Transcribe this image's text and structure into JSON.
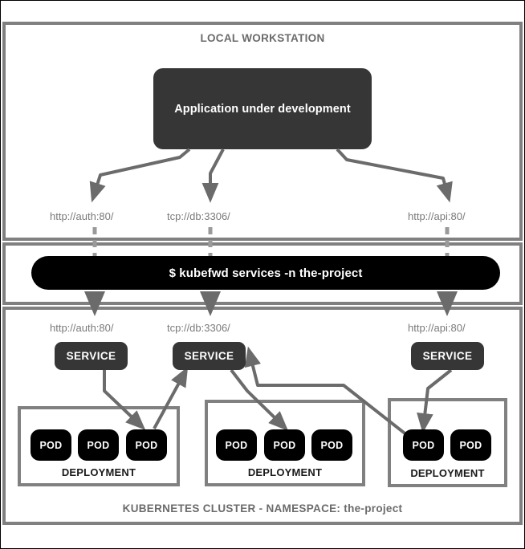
{
  "diagram": {
    "title": "kubefwd architecture diagram",
    "colors": {
      "frame": "#000000",
      "panel_border": "#808080",
      "dark_box": "#363636",
      "black_box": "#000000",
      "arrow": "#6b6b6b",
      "muted_text": "#7a7a7a"
    }
  },
  "workstation": {
    "title": "LOCAL WORKSTATION",
    "app_label": "Application under development",
    "endpoints": [
      {
        "label": "http://auth:80/"
      },
      {
        "label": "tcp://db:3306/"
      },
      {
        "label": "http://api:80/"
      }
    ]
  },
  "kubefwd": {
    "command": "$ kubefwd services -n the-project"
  },
  "cluster": {
    "title": "KUBERNETES CLUSTER - NAMESPACE: the-project",
    "endpoints": [
      {
        "label": "http://auth:80/"
      },
      {
        "label": "tcp://db:3306/"
      },
      {
        "label": "http://api:80/"
      }
    ],
    "services": [
      {
        "label": "SERVICE"
      },
      {
        "label": "SERVICE"
      },
      {
        "label": "SERVICE"
      }
    ],
    "deployments": [
      {
        "label": "DEPLOYMENT",
        "pods": [
          {
            "label": "POD"
          },
          {
            "label": "POD"
          },
          {
            "label": "POD"
          }
        ]
      },
      {
        "label": "DEPLOYMENT",
        "pods": [
          {
            "label": "POD"
          },
          {
            "label": "POD"
          },
          {
            "label": "POD"
          }
        ]
      },
      {
        "label": "DEPLOYMENT",
        "pods": [
          {
            "label": "POD"
          },
          {
            "label": "POD"
          }
        ]
      }
    ]
  }
}
